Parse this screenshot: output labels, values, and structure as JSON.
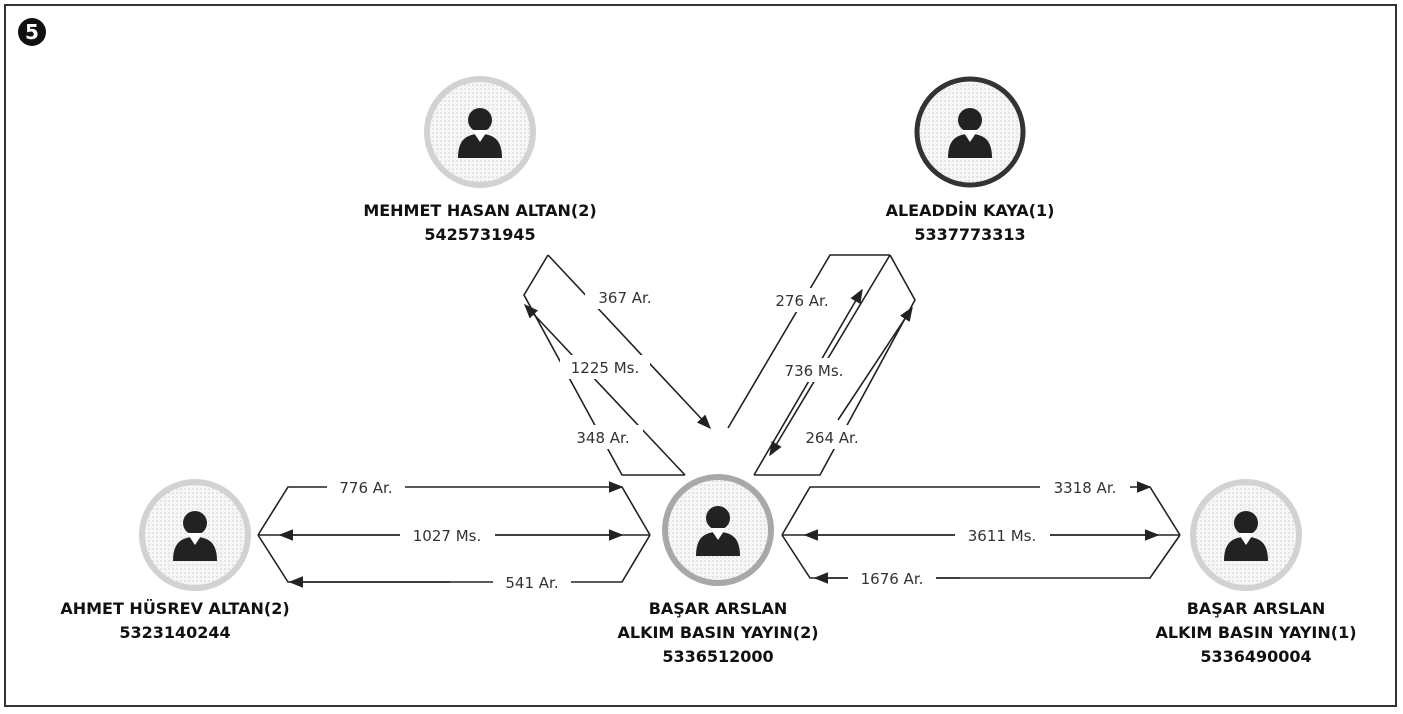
{
  "badge": "5",
  "nodes": {
    "top_left": {
      "name": "MEHMET HASAN ALTAN(2)",
      "phone": "5425731945"
    },
    "top_right": {
      "name": "ALEADDİN KAYA(1)",
      "phone": "5337773313"
    },
    "left": {
      "name": "AHMET HÜSREV ALTAN(2)",
      "phone": "5323140244"
    },
    "center": {
      "name": "BAŞAR ARSLAN",
      "org": "ALKIM BASIN YAYIN(2)",
      "phone": "5336512000"
    },
    "right": {
      "name": "BAŞAR ARSLAN",
      "org": "ALKIM BASIN YAYIN(1)",
      "phone": "5336490004"
    }
  },
  "links": {
    "top_left": {
      "a": "367 Ar.",
      "b": "1225 Ms.",
      "c": "348 Ar."
    },
    "top_right": {
      "a": "276 Ar.",
      "b": "736 Ms.",
      "c": "264 Ar."
    },
    "left": {
      "a": "776 Ar.",
      "b": "1027 Ms.",
      "c": "541 Ar."
    },
    "right": {
      "a": "3318 Ar.",
      "b": "3611 Ms.",
      "c": "1676 Ar."
    }
  },
  "colors": {
    "ring_light": "#d2d2d2",
    "ring_dark": "#333333",
    "person": "#222222",
    "line": "#222222"
  },
  "icons": [
    "person-icon",
    "arrowhead"
  ]
}
